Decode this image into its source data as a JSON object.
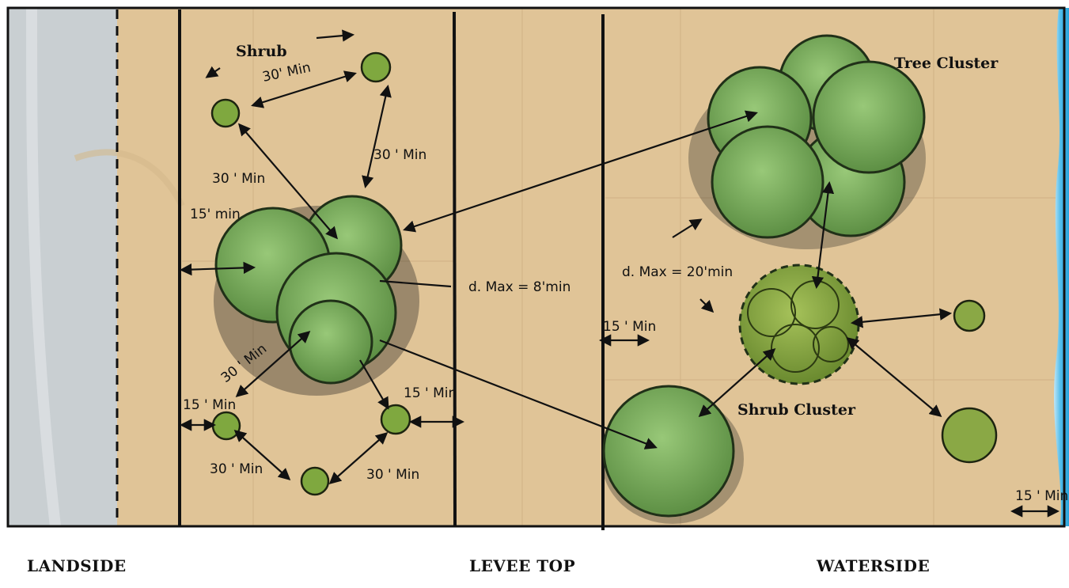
{
  "labels": {
    "shrub": "Shrub",
    "tree_cluster": "Tree Cluster",
    "shrub_cluster": "Shrub Cluster",
    "d_max_8": "d. Max = 8'min",
    "d_max_20": "d. Max = 20'min",
    "min30_top": "30' Min",
    "min30_right": "30 ' Min",
    "min30_left": "30 ' Min",
    "min15_upper": "15' min",
    "min30_diag": "30 ' Min",
    "min15_bottom_left": "15 ' Min",
    "min15_bottom_mid": "15 ' Min",
    "min30_bottom_left": "30 ' Min",
    "min30_bottom_right": "30 ' Min",
    "min15_levee": "15 ' Min",
    "min15_water": "15 ' Min"
  },
  "zones": {
    "landside": "LANDSIDE",
    "levee_top": "LEVEE TOP",
    "waterside": "WATERSIDE"
  },
  "colors": {
    "ground": "#e2c59a",
    "road": "#c7cdd0",
    "foliage": "#7fb15f",
    "foliage_dark": "#4f7a3a",
    "shrub_cluster": "#93b24a",
    "water": "#3fb4e6",
    "ink": "#111111"
  }
}
